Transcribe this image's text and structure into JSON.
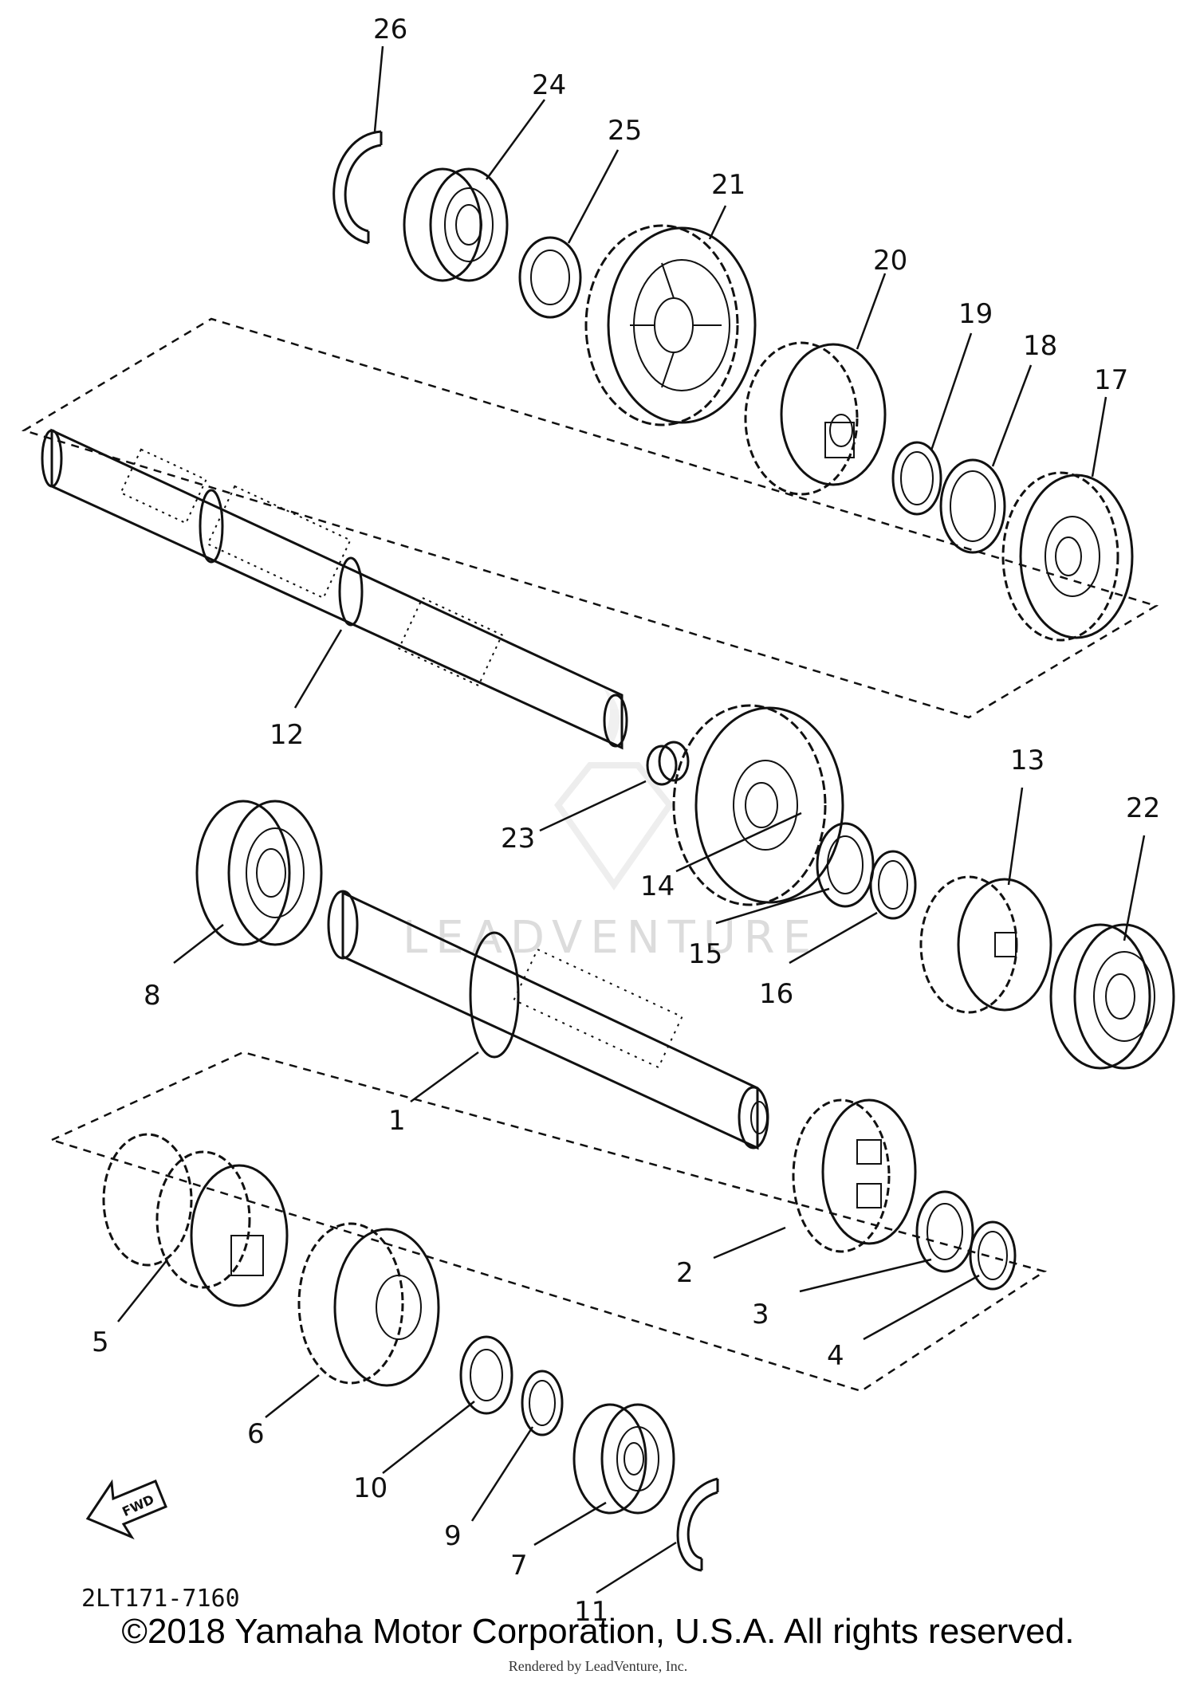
{
  "diagram_code": "2LT171-7160",
  "copyright": "©2018 Yamaha Motor Corporation, U.S.A. All rights reserved.",
  "rendered_by": "Rendered by LeadVenture, Inc.",
  "watermark": "LEADVENTURE",
  "fwd_label": "FWD",
  "callouts": [
    "26",
    "24",
    "25",
    "21",
    "20",
    "19",
    "18",
    "17",
    "12",
    "23",
    "14",
    "15",
    "16",
    "13",
    "22",
    "8",
    "1",
    "2",
    "3",
    "4",
    "5",
    "6",
    "10",
    "9",
    "7",
    "11"
  ]
}
